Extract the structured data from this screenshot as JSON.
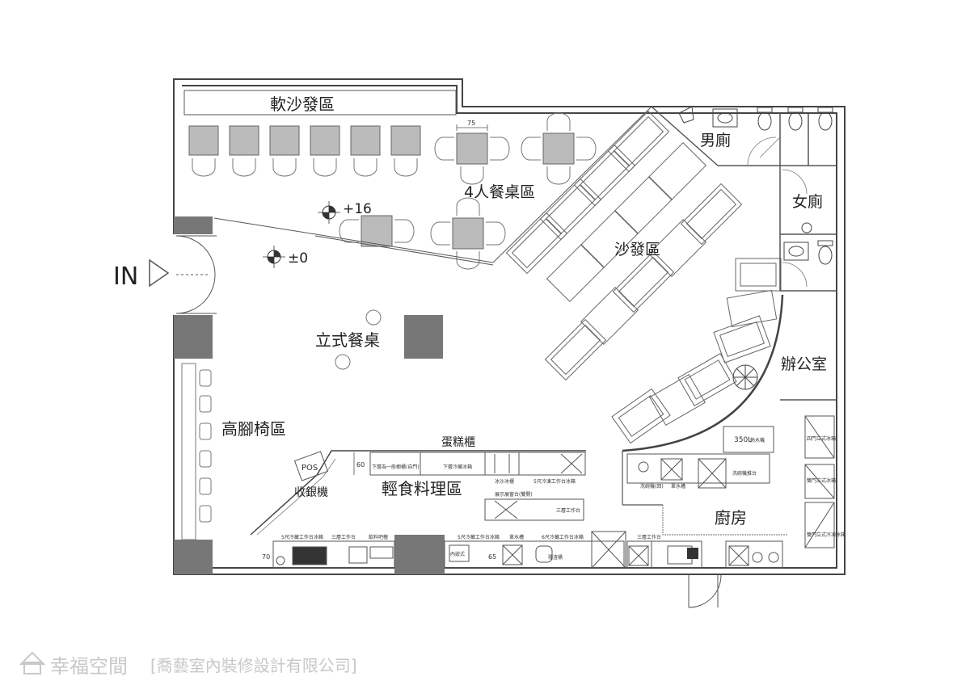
{
  "entrance": "IN",
  "zones": {
    "soft_sofa": "軟沙發區",
    "four_table": "4人餐桌區",
    "sofa": "沙發區",
    "standing": "立式餐桌",
    "high_chair": "高腳椅區",
    "light_meal": "輕食料理區",
    "cake": "蛋糕櫃",
    "pos": "POS",
    "cashier": "收銀機",
    "mens": "男廁",
    "womens": "女廁",
    "office": "辦公室",
    "kitchen": "廚房"
  },
  "levels": {
    "raised": "+16",
    "floor": "±0"
  },
  "dims": {
    "table_width": "75",
    "counter_depth": "60",
    "counter_gap": "65",
    "back_depth": "70"
  },
  "equipment": {
    "fridge_a": "5尺冷藏工作台冰箱",
    "work_a": "三層工作台",
    "drink": "飲料吧檯",
    "fridge_b": "5尺冷藏工作台冰箱",
    "sink_a": "單水槽",
    "fridge_c": "6尺冷藏工作台冰箱",
    "work_b": "三層工作台",
    "under_fridge": "下層為一般櫥櫃(自門)",
    "under_cooler": "下層冷藏冰箱",
    "ice": "冰沙冰櫃",
    "freezer_5": "5尺冷凍工作台冰箱",
    "display": "展示展窗台(雙開)",
    "work_c": "三層工作台",
    "micro": "內嵌式",
    "bin": "殘渣桶",
    "dish_a": "洗碗機(回)",
    "dish_b": "單水槽",
    "dish_c": "洗碗機推台",
    "tank": "350L",
    "tank_sub": "熱水機",
    "fridge_4": "四門立式冰箱",
    "fridge_2": "雙門立式冰箱",
    "fridge_2b": "雙門立式冷凍冰箱"
  },
  "watermark": {
    "brand": "幸福空間",
    "company": "[喬藝室內裝修設計有限公司]"
  }
}
